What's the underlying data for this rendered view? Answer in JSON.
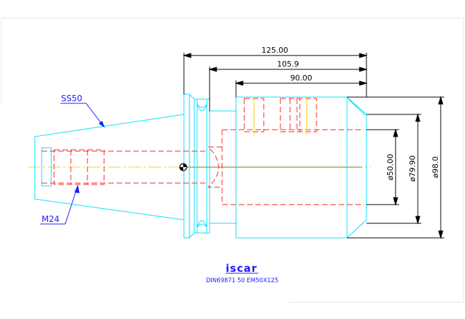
{
  "drawing": {
    "dimensions": {
      "overall_length": "125.00",
      "mid_length": "105.9",
      "bore_depth": "90.00",
      "bore_diameter": "ø50.00",
      "body_diameter": "ø79.90",
      "flange_diameter": "ø98.0"
    },
    "callouts": {
      "taper": "SS50",
      "thread": "M24"
    },
    "logo_text": "iscar",
    "designation": "DIN69871  50  EM50X125"
  },
  "colors": {
    "outline": "#00e0ff",
    "hidden": "#ff2020",
    "dimension": "#000000",
    "centerline": "#ffd400",
    "callout": "#1a1aff"
  }
}
